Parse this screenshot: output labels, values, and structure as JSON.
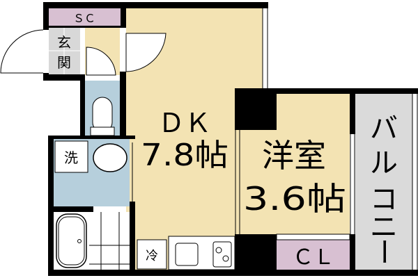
{
  "floorplan": {
    "rooms": {
      "sc": "ＳＣ",
      "genkan_1": "玄",
      "genkan_2": "関",
      "dk_name": "ＤＫ",
      "dk_size": "7.8帖",
      "yoshitsu_name": "洋室",
      "yoshitsu_size": "3.6帖",
      "closet": "ＣＬ",
      "balcony_1": "バ",
      "balcony_2": "ル",
      "balcony_3": "コ",
      "balcony_4": "ニ",
      "balcony_5": "ー",
      "washroom": "洗",
      "fridge": "冷"
    },
    "colors": {
      "living": "#f3e3b3",
      "wet_area": "#b6cfdc",
      "storage": "#d8c0d2",
      "entrance": "#d8d8d8",
      "balcony": "#dadada",
      "wall": "#000000"
    }
  }
}
